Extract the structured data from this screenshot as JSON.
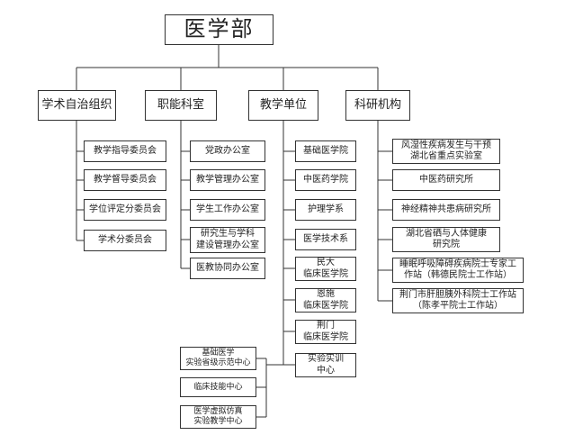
{
  "root": {
    "label": "医学部"
  },
  "groups": {
    "academic": {
      "label": "学术自治组织",
      "children": [
        "教学指导委员会",
        "教学督导委员会",
        "学位评定分委员会",
        "学术分委员会"
      ]
    },
    "offices": {
      "label": "职能科室",
      "children": [
        "党政办公室",
        "教学管理办公室",
        "学生工作办公室",
        "研究生与学科\n建设管理办公室",
        "医教协同办公室"
      ]
    },
    "teaching": {
      "label": "教学单位",
      "children": [
        "基础医学院",
        "中医药学院",
        "护理学系",
        "医学技术系",
        "民大\n临床医学院",
        "恩施\n临床医学院",
        "荆门\n临床医学院",
        "实验实训\n中心"
      ],
      "sub_centers": [
        "基础医学\n实验省级示范中心",
        "临床技能中心",
        "医学虚拟仿真\n实验教学中心"
      ]
    },
    "research": {
      "label": "科研机构",
      "children": [
        "风湿性疾病发生与干预\n湖北省重点实验室",
        "中医药研究所",
        "神经精神共患病研究所",
        "湖北省硒与人体健康\n研究院",
        "睡眠呼吸障碍疾病院士专家工\n作站（韩德民院士工作站）",
        "荆门市肝胆胰外科院士工作站\n（陈孝平院士工作站）"
      ]
    }
  }
}
